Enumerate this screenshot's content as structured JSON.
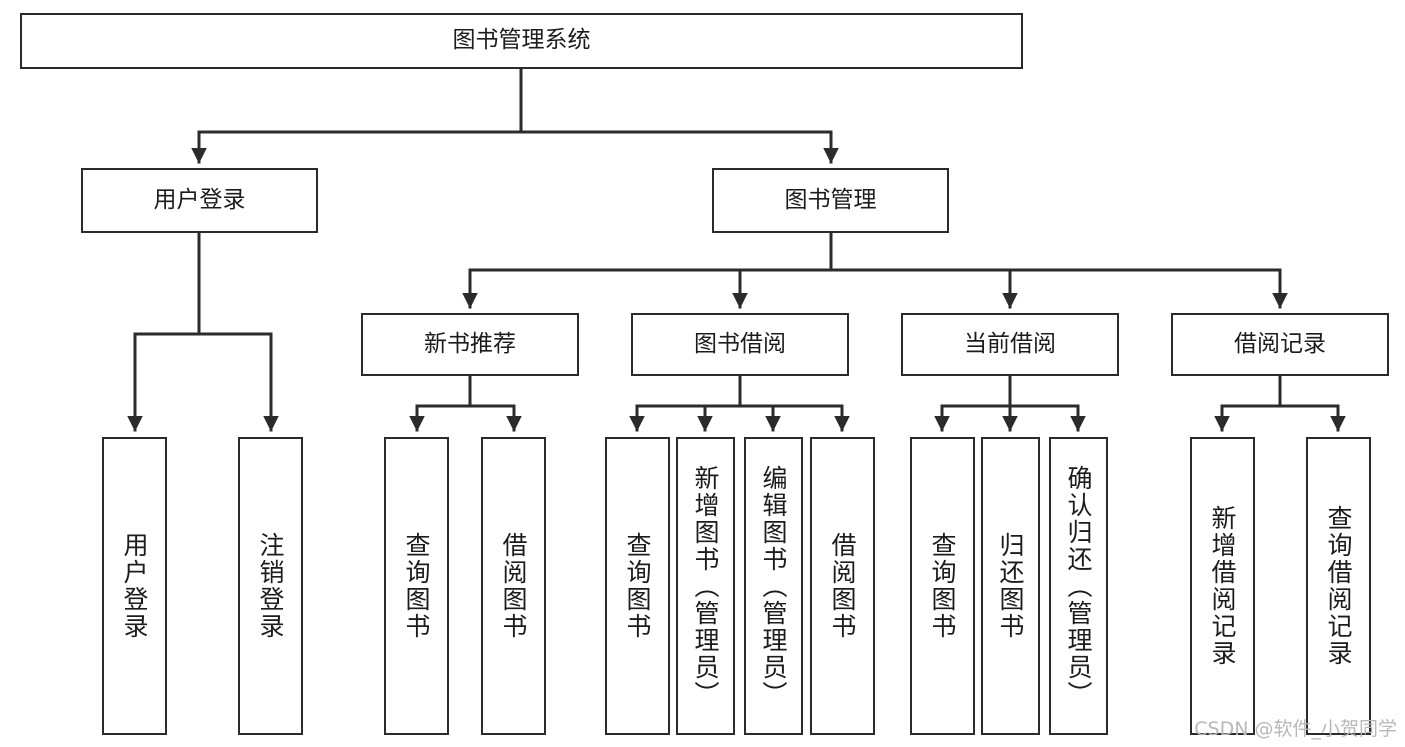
{
  "diagram": {
    "type": "tree",
    "orientation": "top-down",
    "root": {
      "id": "root",
      "label": "图书管理系统"
    },
    "level2": [
      {
        "id": "user-login",
        "label": "用户登录"
      },
      {
        "id": "book-management",
        "label": "图书管理"
      }
    ],
    "level3": [
      {
        "id": "new-book-recommend",
        "label": "新书推荐",
        "parent": "book-management"
      },
      {
        "id": "book-borrow",
        "label": "图书借阅",
        "parent": "book-management"
      },
      {
        "id": "current-borrow",
        "label": "当前借阅",
        "parent": "book-management"
      },
      {
        "id": "borrow-record",
        "label": "借阅记录",
        "parent": "book-management"
      }
    ],
    "leaves": [
      {
        "id": "leaf-user-login",
        "label": "用户登录",
        "parent": "user-login"
      },
      {
        "id": "leaf-logout-login",
        "label": "注销登录",
        "parent": "user-login"
      },
      {
        "id": "leaf-query-book-1",
        "label": "查询图书",
        "parent": "new-book-recommend"
      },
      {
        "id": "leaf-borrow-book-1",
        "label": "借阅图书",
        "parent": "new-book-recommend"
      },
      {
        "id": "leaf-query-book-2",
        "label": "查询图书",
        "parent": "book-borrow"
      },
      {
        "id": "leaf-add-book",
        "label": "新增图书（管理员）",
        "parent": "book-borrow"
      },
      {
        "id": "leaf-edit-book",
        "label": "编辑图书（管理员）",
        "parent": "book-borrow"
      },
      {
        "id": "leaf-borrow-book-2",
        "label": "借阅图书",
        "parent": "book-borrow"
      },
      {
        "id": "leaf-query-book-3",
        "label": "查询图书",
        "parent": "current-borrow"
      },
      {
        "id": "leaf-return-book",
        "label": "归还图书",
        "parent": "current-borrow"
      },
      {
        "id": "leaf-confirm-return",
        "label": "确认归还（管理员）",
        "parent": "current-borrow"
      },
      {
        "id": "leaf-add-borrow-record",
        "label": "新增借阅记录",
        "parent": "borrow-record"
      },
      {
        "id": "leaf-query-borrow-record",
        "label": "查询借阅记录",
        "parent": "borrow-record"
      }
    ],
    "colors": {
      "stroke": "#2b2b2b",
      "fill": "#ffffff",
      "text": "#1c1c1c",
      "watermark": "#b8b8b8"
    }
  },
  "watermark": {
    "text": "CSDN @软件_小贺同学"
  }
}
